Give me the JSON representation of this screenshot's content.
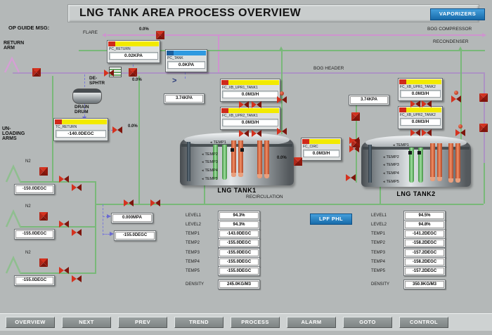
{
  "title": "LNG TANK AREA PROCESS OVERVIEW",
  "topbar": {
    "vaporizers": "VAPORIZERS",
    "op_guide": "OP GUIDE MSG:"
  },
  "labels": {
    "flare": "FLARE",
    "return_arm": "RETURN ARM",
    "unloading_arms": "UN-LOADING ARMS",
    "bog_compressor": "BOG COMPRESSOR",
    "recondenser": "RECONDENSER",
    "bog_header": "BOG HEADER",
    "de_sphtr": "DE-SPHTR",
    "drain_drum": "DRAIN DRUM",
    "recirculation": "RECIRCULATION",
    "lpf_phl": "LPF PHL",
    "n2": "N2",
    "pct_zero": "0.0%",
    "check": ">"
  },
  "instruments": {
    "pc_return": {
      "tag": "PC_RETURN",
      "value": "0.02KPA"
    },
    "pc_tank": {
      "tag": "PC_TANK",
      "value": "0.0KPA"
    },
    "tc_return": {
      "tag": "TC_RETURN",
      "value": "-140.0DEGC"
    },
    "fc_up1_t1": {
      "tag": "FC_XB_UPR1_TANK1",
      "value": "0.0M3/H"
    },
    "fc_up2_t1": {
      "tag": "FC_XB_UPR2_TANK1",
      "value": "0.0M3/H"
    },
    "fc_up1_t2": {
      "tag": "FC_XB_UPR1_TANK2",
      "value": "0.0M3/H"
    },
    "fc_up2_t2": {
      "tag": "FC_XB_UPR2_TANK2",
      "value": "0.0M3/H"
    },
    "fc_circ": {
      "tag": "FC_CIRC",
      "value": "0.0M3/H"
    }
  },
  "values": {
    "tank1_pressure": "3.74KPA",
    "tank2_pressure": "3.74KPA",
    "manifold_pressure": "0.000MPA",
    "manifold_temp": "-155.0DEGC",
    "arm1_temp": "-150.0DEGC",
    "arm2_temp": "-155.0DEGC",
    "arm3_temp": "-155.0DEGC"
  },
  "temps": [
    "TEMP1",
    "TEMP2",
    "TEMP3",
    "TEMP4",
    "TEMP5"
  ],
  "tank1": {
    "name": "LNG TANK1",
    "readings": [
      {
        "label": "LEVEL1",
        "value": "94.3%"
      },
      {
        "label": "LEVEL2",
        "value": "94.3%"
      },
      {
        "label": "TEMP1",
        "value": "-143.0DEGC"
      },
      {
        "label": "TEMP2",
        "value": "-155.0DEGC"
      },
      {
        "label": "TEMP3",
        "value": "-155.0DEGC"
      },
      {
        "label": "TEMP4",
        "value": "-155.0DEGC"
      },
      {
        "label": "TEMP5",
        "value": "-155.0DEGC"
      },
      {
        "label": "DENSITY",
        "value": "245.0KG/M3"
      }
    ]
  },
  "tank2": {
    "name": "LNG TANK2",
    "readings": [
      {
        "label": "LEVEL1",
        "value": "94.5%"
      },
      {
        "label": "LEVEL2",
        "value": "94.8%"
      },
      {
        "label": "TEMP1",
        "value": "-141.2DEGC"
      },
      {
        "label": "TEMP2",
        "value": "-158.2DEGC"
      },
      {
        "label": "TEMP3",
        "value": "-157.2DEGC"
      },
      {
        "label": "TEMP4",
        "value": "-158.2DEGC"
      },
      {
        "label": "TEMP5",
        "value": "-157.2DEGC"
      },
      {
        "label": "DENSITY",
        "value": "350.9KG/M3"
      }
    ]
  },
  "nav": [
    "OVERVIEW",
    "NEXT",
    "PREV",
    "TREND",
    "PROCESS",
    "ALARM",
    "GOTO",
    "CONTROL"
  ],
  "colors": {
    "accent_blue": "#1b7ec2",
    "pipe_green": "#79b879",
    "pipe_magenta": "#cf93cf",
    "valve_red": "#cf2a1b",
    "alarm_yellow": "#f2ea00"
  }
}
